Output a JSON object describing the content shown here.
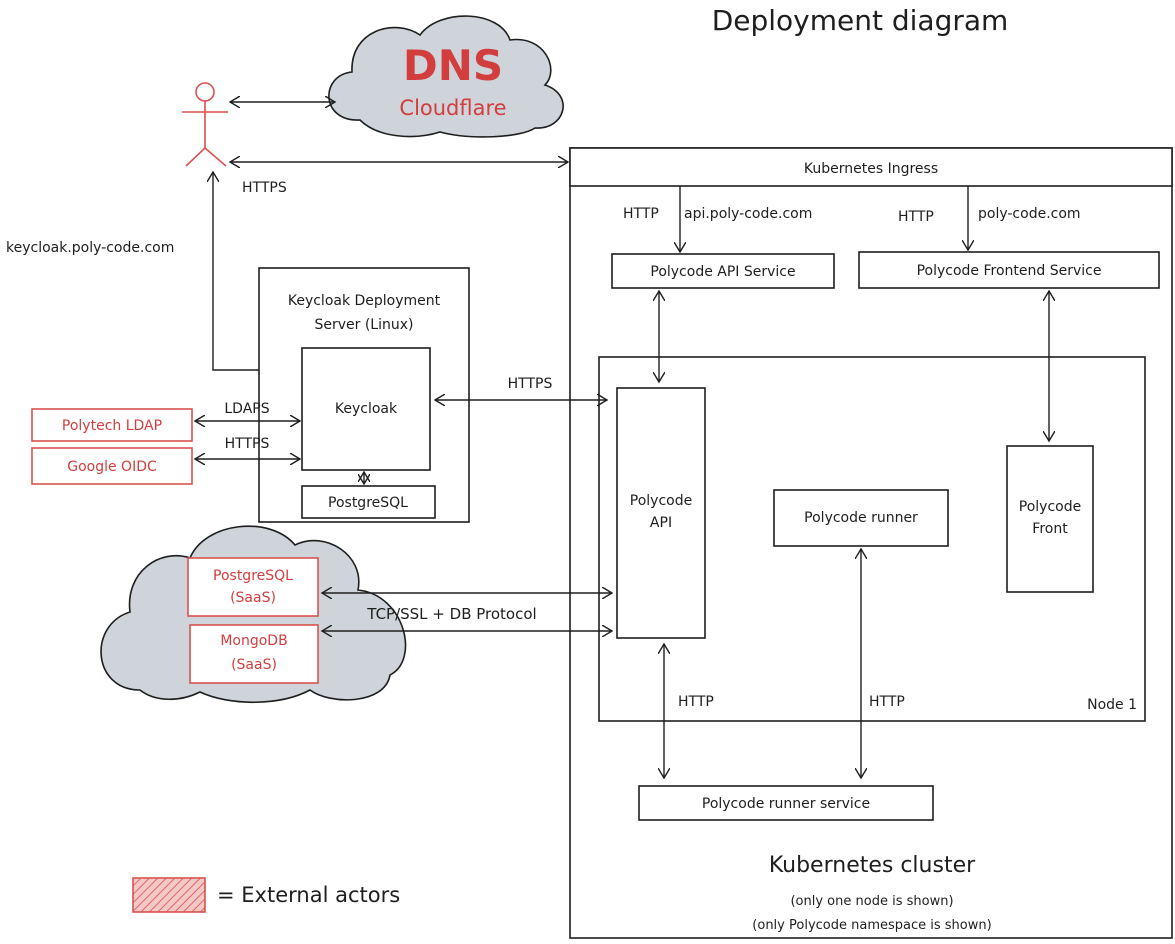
{
  "title": "Deployment diagram",
  "dns": {
    "title": "DNS",
    "subtitle": "Cloudflare"
  },
  "labels": {
    "https_user": "HTTPS",
    "keycloak_host": "keycloak.poly-code.com",
    "ingress": "Kubernetes Ingress",
    "http_api": "HTTP",
    "api_host": "api.poly-code.com",
    "http_front": "HTTP",
    "front_host": "poly-code.com",
    "api_service": "Polycode API Service",
    "front_service": "Polycode Frontend Service",
    "keycloak_server_line1": "Keycloak Deployment",
    "keycloak_server_line2": "Server (Linux)",
    "keycloak": "Keycloak",
    "keycloak_pg": "PostgreSQL",
    "ldaps": "LDAPS",
    "https_oidc": "HTTPS",
    "https_keycloak": "HTTPS",
    "polytech_ldap": "Polytech LDAP",
    "google_oidc": "Google OIDC",
    "polycode_api_line1": "Polycode",
    "polycode_api_line2": "API",
    "polycode_runner": "Polycode runner",
    "polycode_front_line1": "Polycode",
    "polycode_front_line2": "Front",
    "pg_saas_line1": "PostgreSQL",
    "pg_saas_line2": "(SaaS)",
    "mongo_saas_line1": "MongoDB",
    "mongo_saas_line2": "(SaaS)",
    "db_protocol": "TCP/SSL + DB Protocol",
    "http_runner_api": "HTTP",
    "http_runner": "HTTP",
    "node1": "Node 1",
    "runner_service": "Polycode runner service",
    "cluster_title": "Kubernetes cluster",
    "cluster_note1": "(only one node is shown)",
    "cluster_note2": "(only Polycode namespace is shown)",
    "legend": "= External actors"
  },
  "colors": {
    "external": "#d23d3d",
    "cloud": "#ced4da",
    "stroke": "#1e1e1e"
  }
}
